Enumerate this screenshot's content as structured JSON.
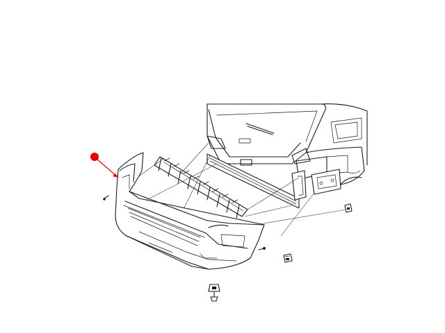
{
  "diagram": {
    "subject": "rear-bumper-exploded-view",
    "callout_marker": {
      "color": "#e00000",
      "points_to": "rear-bumper-fascia"
    },
    "line_color": "#1a1a1a",
    "background": "#ffffff",
    "parts": [
      "vehicle-rear-body",
      "liftgate",
      "rear-bumper-reinforcement-beam",
      "energy-absorber",
      "rear-bumper-fascia",
      "side-bracket-left",
      "side-bracket-right",
      "fascia-screw",
      "push-pin-retainer",
      "clip-nut-left",
      "clip-nut-right",
      "trailer-hitch-cover-fastener"
    ]
  }
}
